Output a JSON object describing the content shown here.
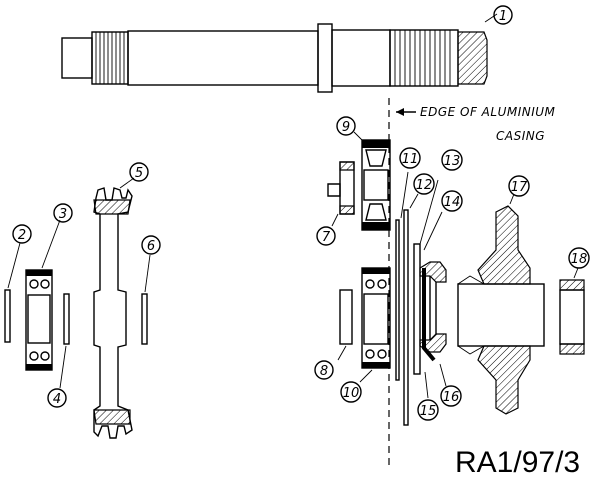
{
  "callouts": [
    "1",
    "2",
    "3",
    "4",
    "5",
    "6",
    "7",
    "8",
    "9",
    "10",
    "11",
    "12",
    "13",
    "14",
    "15",
    "16",
    "17",
    "18"
  ],
  "annotation": {
    "line1": "EDGE OF ALUMINIUM",
    "line2": "CASING"
  },
  "reference_code": "RA1/97/3"
}
